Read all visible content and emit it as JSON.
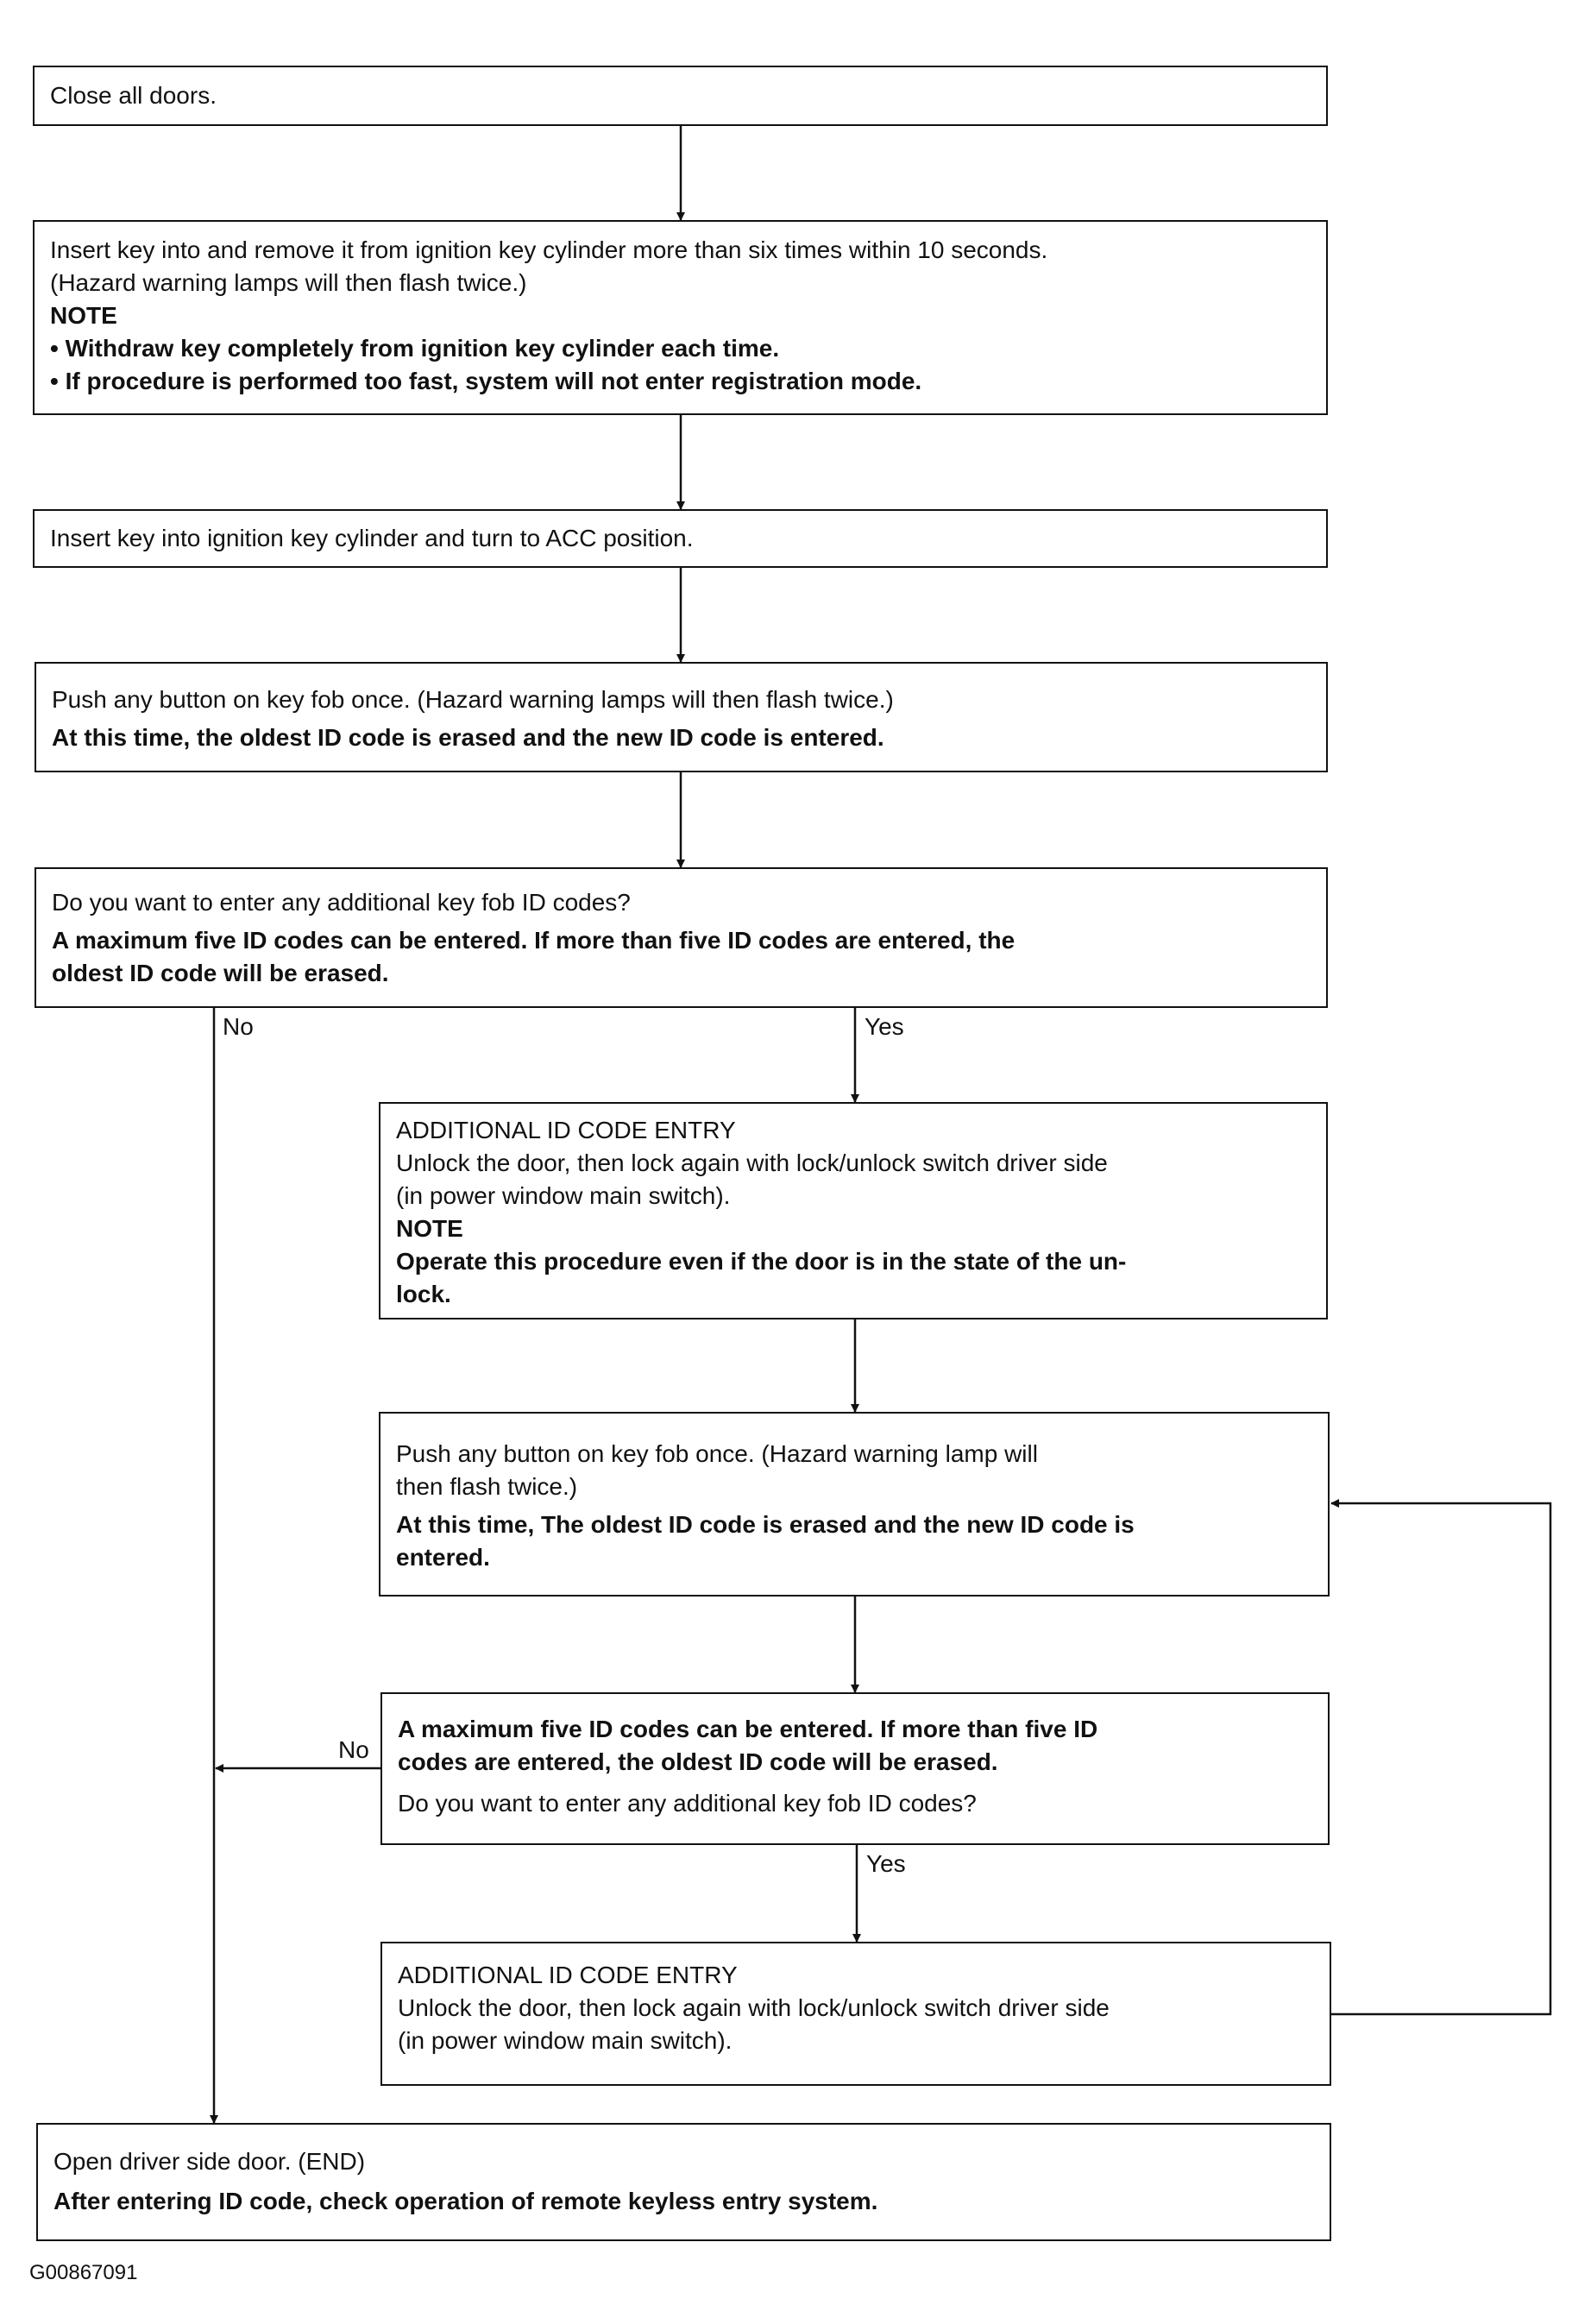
{
  "steps": {
    "close_doors": {
      "text": "Close all doors."
    },
    "insert_remove": {
      "line1": "Insert key into and remove it from ignition key cylinder more than six times within 10 seconds.",
      "line2": "(Hazard warning lamps will then flash twice.)",
      "note_label": "NOTE",
      "note1": "• Withdraw key completely from ignition key cylinder each time.",
      "note2": "• If procedure is performed too fast, system will not enter registration mode."
    },
    "acc": {
      "text": "Insert key into ignition key cylinder and turn to ACC position."
    },
    "push_first": {
      "line1": "Push any button on key fob once. (Hazard warning lamps will then flash twice.)",
      "bold": "At this time, the oldest ID code is erased and the new ID code is entered."
    },
    "decision1": {
      "question": "Do you want to enter any additional key fob ID codes?",
      "bold1": "A  maximum five ID codes can be entered. If more than five ID codes are entered, the",
      "bold2": "oldest ID code will be erased."
    },
    "additional1": {
      "title": "ADDITIONAL ID CODE ENTRY",
      "line1": "Unlock the door, then lock again with lock/unlock switch driver side",
      "line2": "(in power window main switch).",
      "note_label": "NOTE",
      "note1": "Operate this procedure even if the door is in the state of the un-",
      "note2": "lock."
    },
    "push_second": {
      "line1": "Push any button on key fob once. (Hazard warning lamp will",
      "line2": "then flash twice.)",
      "bold1": "At this time, The oldest ID code is erased and the new ID code is",
      "bold2": "entered."
    },
    "decision2": {
      "bold1": "A  maximum five ID codes can be entered. If more than five ID",
      "bold2": "codes are entered, the oldest ID code will be erased.",
      "question": "Do you want to enter any additional key fob ID codes?"
    },
    "additional2": {
      "title": "ADDITIONAL ID CODE ENTRY",
      "line1": "Unlock the door, then lock again with lock/unlock switch driver side",
      "line2": "(in power window main switch)."
    },
    "end": {
      "line1": "Open driver side door. (END)",
      "bold": "After entering ID code, check operation of remote keyless entry system."
    }
  },
  "labels": {
    "no": "No",
    "yes": "Yes"
  },
  "figure_id": "G00867091"
}
